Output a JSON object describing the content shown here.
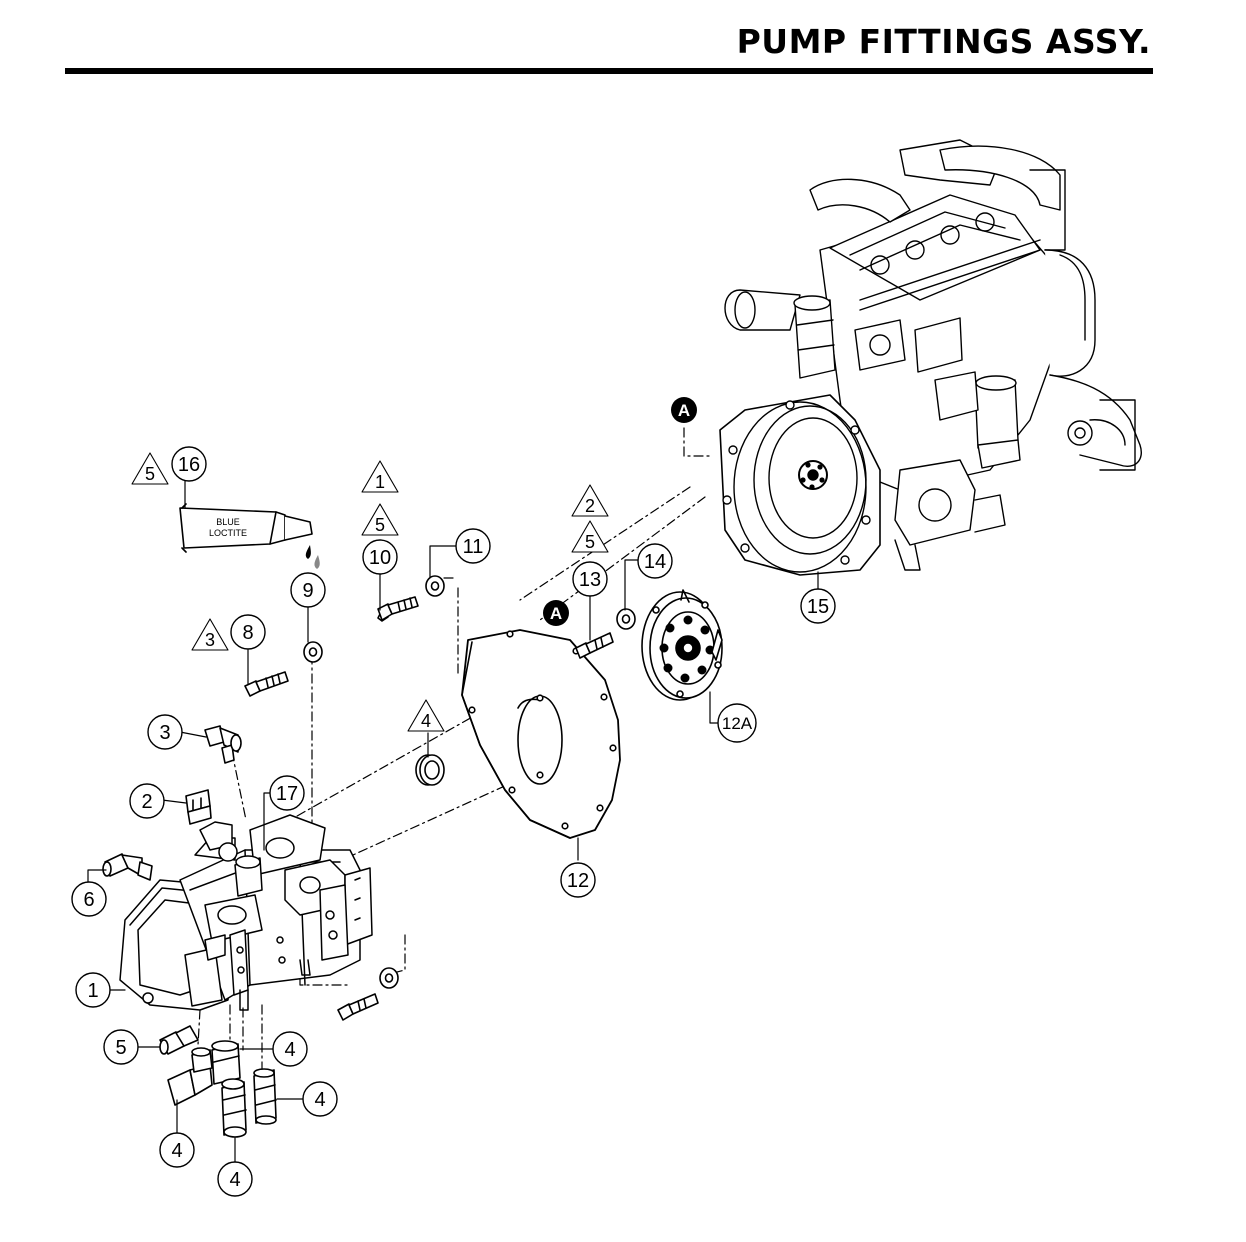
{
  "header": {
    "title": "PUMP FITTINGS ASSY."
  },
  "tube": {
    "label_line1": "BLUE",
    "label_line2": "LOCTITE"
  },
  "callouts": [
    {
      "id": "c1",
      "label": "1"
    },
    {
      "id": "c2",
      "label": "2"
    },
    {
      "id": "c3",
      "label": "3"
    },
    {
      "id": "c4a",
      "label": "4"
    },
    {
      "id": "c4b",
      "label": "4"
    },
    {
      "id": "c4c",
      "label": "4"
    },
    {
      "id": "c4d",
      "label": "4"
    },
    {
      "id": "c5",
      "label": "5"
    },
    {
      "id": "c6",
      "label": "6"
    },
    {
      "id": "c8",
      "label": "8"
    },
    {
      "id": "c9",
      "label": "9"
    },
    {
      "id": "c10",
      "label": "10"
    },
    {
      "id": "c11",
      "label": "11"
    },
    {
      "id": "c12",
      "label": "12"
    },
    {
      "id": "c12a",
      "label": "12A"
    },
    {
      "id": "c13",
      "label": "13"
    },
    {
      "id": "c14",
      "label": "14"
    },
    {
      "id": "c15",
      "label": "15"
    },
    {
      "id": "c16",
      "label": "16"
    },
    {
      "id": "c17",
      "label": "17"
    }
  ],
  "notes": [
    {
      "id": "n5a",
      "label": "5"
    },
    {
      "id": "n1",
      "label": "1"
    },
    {
      "id": "n5b",
      "label": "5"
    },
    {
      "id": "n2",
      "label": "2"
    },
    {
      "id": "n5c",
      "label": "5"
    },
    {
      "id": "n3",
      "label": "3"
    },
    {
      "id": "n4",
      "label": "4"
    }
  ],
  "markers": [
    {
      "id": "mA1",
      "label": "A"
    },
    {
      "id": "mA2",
      "label": "A"
    }
  ]
}
